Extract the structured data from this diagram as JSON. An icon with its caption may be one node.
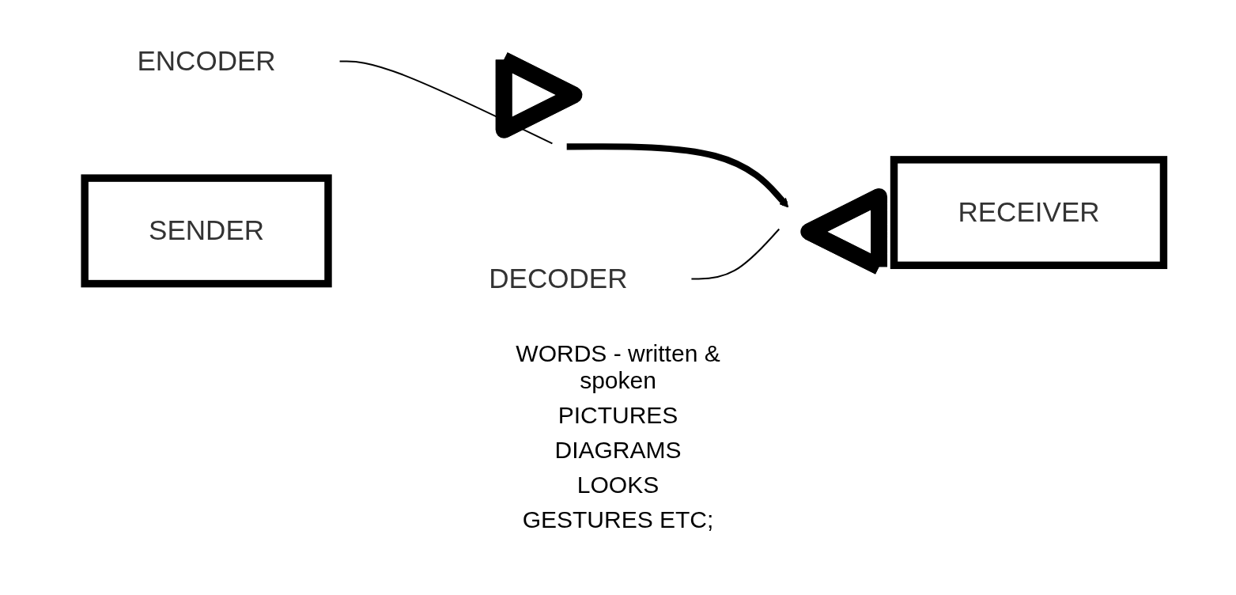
{
  "diagram": {
    "nodes": [
      {
        "text": [
          "SENDER"
        ]
      },
      {
        "text": [],
        "shape": "triangle"
      },
      {
        "text": [],
        "shape": "triangle"
      },
      {
        "text": [
          "RECEIVER"
        ]
      },
      {
        "text": [
          "ENCODER"
        ]
      },
      {
        "text": [
          "DECODER"
        ]
      }
    ],
    "edges": [
      {
        "from": 1,
        "to": 2,
        "arrow": "to",
        "style": "thick"
      },
      {
        "from": 4,
        "to": 1,
        "arrow": "none"
      },
      {
        "from": 5,
        "to": 2,
        "arrow": "none"
      }
    ],
    "labels": [
      "WORDS - written & spoken",
      "PICTURES",
      "DIAGRAMS",
      "LOOKS",
      "GESTURES ETC;"
    ]
  }
}
